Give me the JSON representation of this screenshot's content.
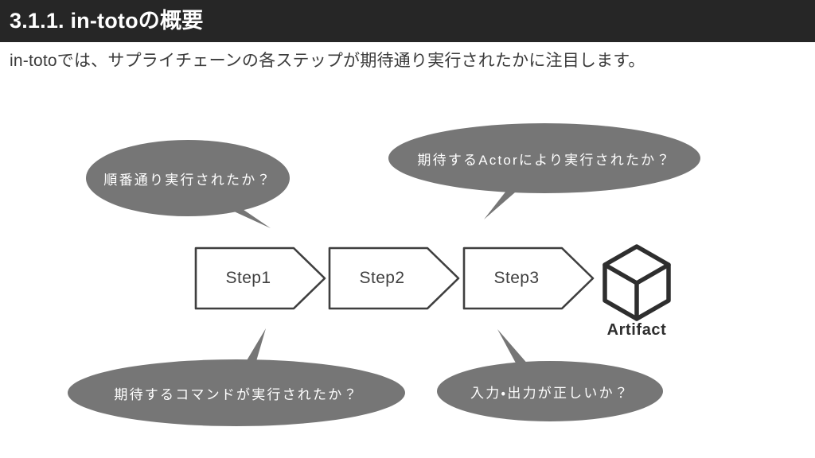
{
  "slide": {
    "title": "3.1.1. in-totoの概要",
    "subtitle": "in-totoでは、サプライチェーンの各ステップが期待通り実行されたかに注目します。",
    "title_bar_color": "#262626",
    "title_text_color": "#ffffff",
    "background_color": "#ffffff",
    "body_text_color": "#3b3b3b"
  },
  "diagram": {
    "bubble_fill": "#767676",
    "bubble_text_color": "#ffffff",
    "shape_stroke": "#3f3f3f",
    "artifact_stroke": "#2e2e2e",
    "steps": [
      {
        "label": "Step1"
      },
      {
        "label": "Step2"
      },
      {
        "label": "Step3"
      }
    ],
    "artifact": {
      "label": "Artifact",
      "icon": "cube-icon"
    },
    "bubbles": [
      {
        "id": "order",
        "text": "順番通り実行されたか？",
        "position": "top-left",
        "points_to": "Step1"
      },
      {
        "id": "actor",
        "text": "期待するActorにより実行されたか？",
        "position": "top-right",
        "points_to": "Step2"
      },
      {
        "id": "command",
        "text": "期待するコマンドが実行されたか？",
        "position": "bottom-left",
        "points_to": "Step1"
      },
      {
        "id": "io",
        "text": "入力・出力が正しいか？",
        "position": "bottom-right",
        "points_to": "Step3"
      }
    ]
  }
}
